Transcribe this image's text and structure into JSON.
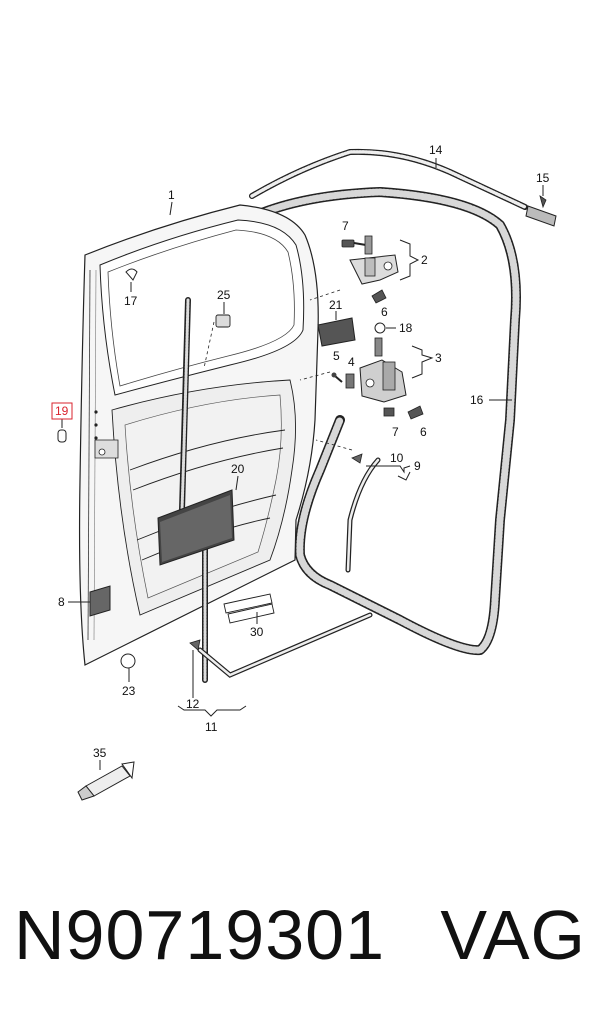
{
  "diagram": {
    "labels": {
      "l1": "1",
      "l2": "2",
      "l3": "3",
      "l4": "4",
      "l5": "5",
      "l6a": "6",
      "l6b": "6",
      "l7a": "7",
      "l7b": "7",
      "l8": "8",
      "l9": "9",
      "l10": "10",
      "l11": "11",
      "l12": "12",
      "l14": "14",
      "l15": "15",
      "l16": "16",
      "l17": "17",
      "l18": "18",
      "l19": "19",
      "l20": "20",
      "l21": "21",
      "l23": "23",
      "l25": "25",
      "l30": "30",
      "l35": "35"
    },
    "highlight_label": "19",
    "highlight_color": "#d9232e"
  },
  "footer": {
    "part_number": "N90719301",
    "brand": "VAG"
  }
}
